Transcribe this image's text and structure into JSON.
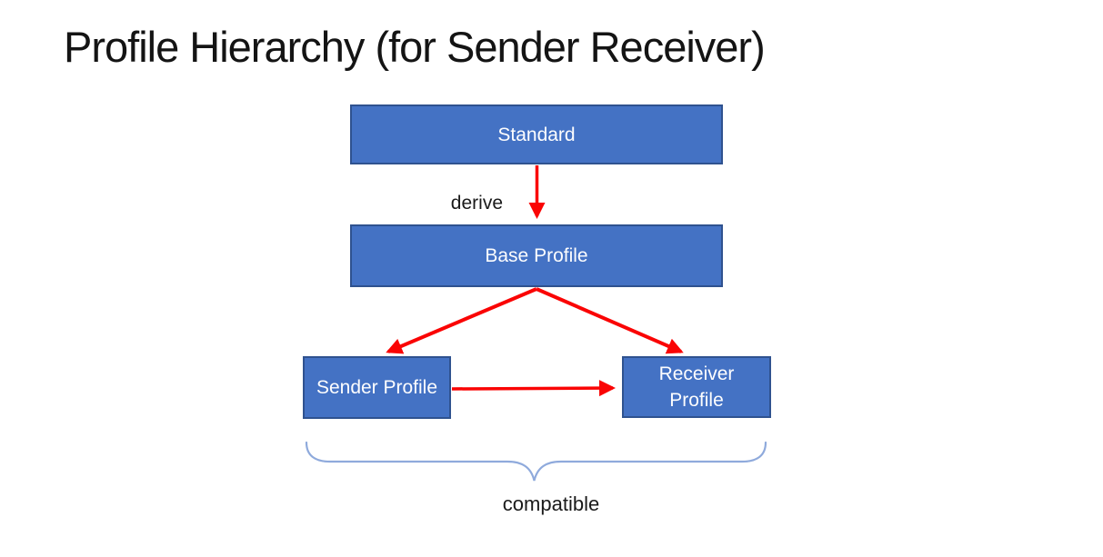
{
  "slide": {
    "title": "Profile Hierarchy (for Sender Receiver)"
  },
  "diagram": {
    "nodes": {
      "standard": {
        "label": "Standard"
      },
      "base": {
        "label": "Base Profile"
      },
      "sender": {
        "label": "Sender Profile"
      },
      "receiver": {
        "label": "Receiver Profile"
      }
    },
    "edges": [
      {
        "from": "standard",
        "to": "base",
        "label": "derive",
        "style": "red-arrow"
      },
      {
        "from": "base",
        "to": "sender",
        "label": "",
        "style": "red-arrow"
      },
      {
        "from": "base",
        "to": "receiver",
        "label": "",
        "style": "red-arrow"
      },
      {
        "from": "sender",
        "to": "receiver",
        "label": "",
        "style": "red-arrow"
      }
    ],
    "annotations": {
      "derive": "derive",
      "compatible": "compatible",
      "brace_scope": "sender+receiver"
    },
    "colors": {
      "node_fill": "#4472C4",
      "node_border": "#2F528F",
      "node_text": "#FDFDFE",
      "arrow": "#FA0404",
      "brace": "#8FAADC",
      "label_text": "#1A1A1A"
    }
  }
}
